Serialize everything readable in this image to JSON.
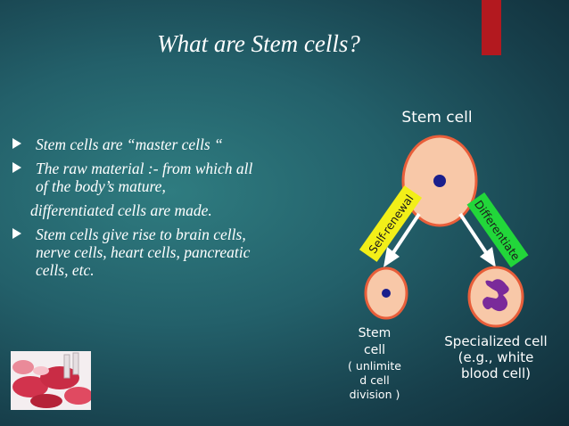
{
  "slide": {
    "title": "What are Stem cells?",
    "bullets": [
      {
        "text": "Stem cells are “master cells “"
      },
      {
        "line1": "The raw material :- from which all",
        "line2": "of the body’s mature,"
      },
      {
        "continuation": "differentiated cells are made."
      },
      {
        "line1": "Stem cells give rise to brain cells,",
        "line2": "nerve cells, heart cells, pancreatic",
        "line3": "cells, etc."
      }
    ]
  },
  "diagram": {
    "top_label": "Stem cell",
    "self_renewal_label": "Self-renewal",
    "differentiate_label": "Differentiate",
    "stem_caption": {
      "line1": "Stem",
      "line2": "cell",
      "line3": "( unlimite",
      "line4": "d cell",
      "line5": "division )"
    },
    "specialized_caption": {
      "line1": "Specialized cell",
      "line2": "(e.g., white",
      "line3": "blood cell)"
    }
  },
  "colors": {
    "background": "#23606a",
    "accent_bar": "#b3191f",
    "cell_fill": "#f8c8a8",
    "cell_outline": "#e85e3a",
    "nucleus": "#1a1f8c",
    "label_box_self_renewal": "#f2ef18",
    "label_box_differentiate": "#22d63a",
    "specialized_nucleus": "#7a2a9a"
  }
}
